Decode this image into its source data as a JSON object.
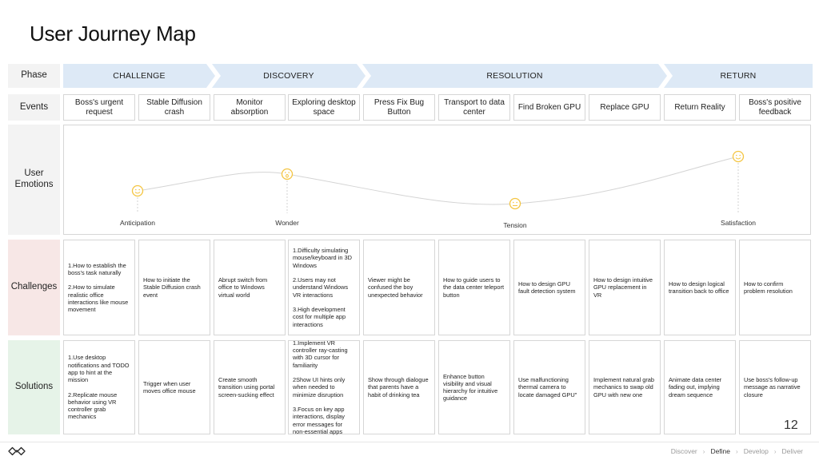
{
  "title": "User Journey Map",
  "row_labels": {
    "phase": "Phase",
    "events": "Events",
    "emotions": "User\nEmotions",
    "challenges": "Challenges",
    "solutions": "Solutions"
  },
  "phases": [
    "CHALLENGE",
    "DISCOVERY",
    "RESOLUTION",
    "RETURN"
  ],
  "events": [
    "Boss's urgent request",
    "Stable Diffusion crash",
    "Monitor absorption",
    "Exploring desktop space",
    "Press Fix Bug Button",
    "Transport to data center",
    "Find Broken GPU",
    "Replace GPU",
    "Return Reality",
    "Boss's positive feedback"
  ],
  "emotions": [
    {
      "label": "Anticipation",
      "icon": "smile-face-icon",
      "level": 0.42
    },
    {
      "label": "Wonder",
      "icon": "surprised-face-icon",
      "level": 0.6
    },
    {
      "label": "Tension",
      "icon": "worried-face-icon",
      "level": 0.27
    },
    {
      "label": "Satisfaction",
      "icon": "smile-face-icon",
      "level": 0.75
    }
  ],
  "emotion_color": "#f4c542",
  "challenges": [
    "1.How to establish the boss's task naturally\n\n2.How to simulate realistic office interactions like mouse movement",
    "How to initiate the Stable Diffusion crash event",
    "Abrupt switch from office to Windows virtual world",
    "1.Difficulty simulating mouse/keyboard in 3D Windows\n\n2.Users may not understand Windows VR interactions\n\n3.High development cost for multiple app interactions",
    "Viewer might be confused the boy unexpected behavior",
    "How to guide users to the data center teleport button",
    "How to design GPU fault detection system",
    "How to design intuitive GPU replacement in VR",
    "How to design logical transition back to office",
    "How to confirm problem resolution"
  ],
  "solutions": [
    "1.Use desktop notifications and TODO app to hint at the mission\n\n2.Replicate mouse behavior using VR controller grab mechanics",
    "Trigger when user moves office mouse",
    "Create smooth transition using portal screen-sucking effect",
    "1.Implement VR controller ray-casting with 3D cursor for familiarity\n\n2Show UI hints only when needed to minimize disruption\n\n3.Focus on key app interactions, display error messages for non-essential apps",
    "Show through dialogue that parents have a habit of drinking tea",
    "Enhance button visibility and visual hierarchy for intuitive guidance",
    "Use malfunctioning thermal camera to locate damaged GPU\"",
    "Implement natural grab mechanics to swap old GPU with new one",
    "Animate data center fading out, implying dream sequence",
    "Use boss's follow-up message as narrative closure"
  ],
  "page_number": "12",
  "footer_nav": {
    "items": [
      "Discover",
      "Define",
      "Develop",
      "Deliver"
    ],
    "active": "Define"
  },
  "colors": {
    "phase_bg": "#dde9f6",
    "label_bg": "#f3f3f3",
    "challenges_bg": "#f7e7e6",
    "solutions_bg": "#e6f3e8"
  }
}
